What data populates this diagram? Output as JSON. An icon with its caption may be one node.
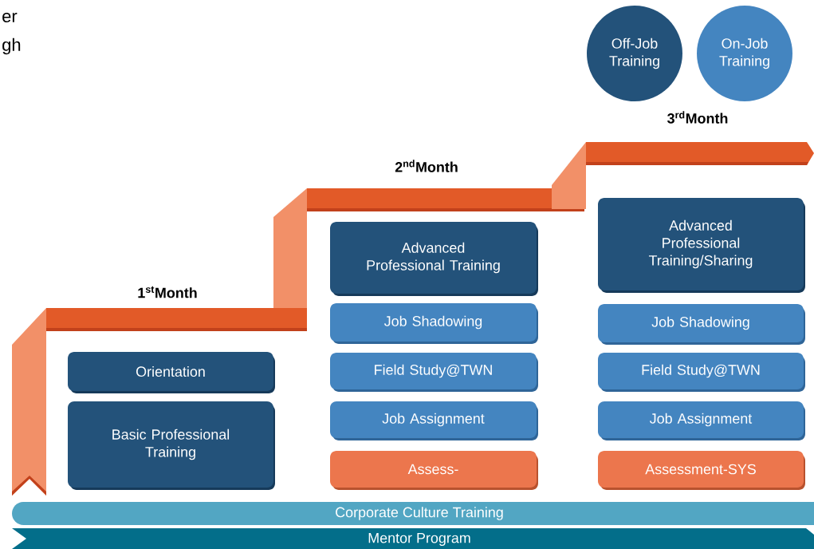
{
  "diagram": {
    "nodes": [
      {
        "text": [
          "Off-Job Training"
        ]
      },
      {
        "text": [
          "On-Job Training"
        ]
      },
      {
        "text": [
          "Orientation"
        ]
      },
      {
        "text": [
          "Basic Professional Training"
        ]
      },
      {
        "text": [
          "Advanced Professional Training"
        ]
      },
      {
        "text": [
          "Job Shadowing"
        ]
      },
      {
        "text": [
          "Field Study@TWN"
        ]
      },
      {
        "text": [
          "Job Assignment"
        ]
      },
      {
        "text": [
          "Assess-"
        ]
      },
      {
        "text": [
          "Advanced Professional Training/Sharing"
        ]
      },
      {
        "text": [
          "Job Shadowing"
        ]
      },
      {
        "text": [
          "Field Study@TWN"
        ]
      },
      {
        "text": [
          "Job Assignment"
        ]
      },
      {
        "text": [
          "Assessment-SYS"
        ]
      },
      {
        "text": [
          "Corporate Culture Training"
        ]
      },
      {
        "text": [
          "Mentor Program"
        ]
      }
    ],
    "labels": [
      "er",
      "gh",
      "3$^{rd}$Month",
      "2$^{nd}$Month",
      "1$^{st}$Month"
    ]
  }
}
